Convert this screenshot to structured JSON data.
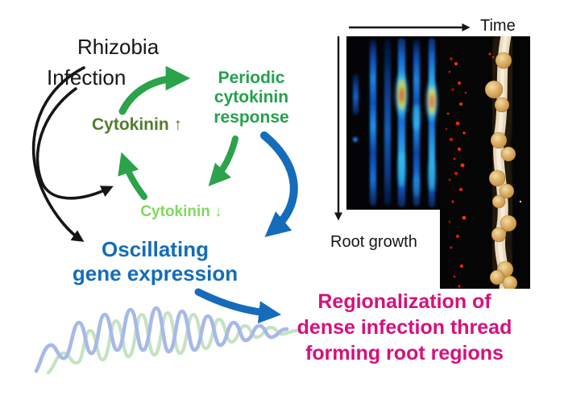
{
  "diagram": {
    "rhizobia_label": "Rhizobia",
    "infection_label": "Infection",
    "cytokinin_up_label": "Cytokinin ↑",
    "periodic_response_label": "Periodic\ncytokinin\nresponse",
    "cytokinin_down_label": "Cytokinin ↓",
    "oscillating_label": "Oscillating\ngene expression",
    "regionalization_label": "Regionalization of\ndense infection thread\nforming root regions"
  },
  "panel": {
    "time_axis_label": "Time",
    "root_growth_axis_label": "Root growth"
  },
  "icons": {
    "cycle_arrows": "curved-arrow-icons",
    "kymograph": "blue-fluorescence-kymograph-image",
    "infection_sites": "red-infection-foci-image",
    "root": "nodulated-root-photo"
  },
  "colors": {
    "text_black": "#161616",
    "cycle_green": "#2aa34a",
    "cytokinin_up_green": "#527d2e",
    "cytokinin_down_green": "#82d95e",
    "blue": "#146cba",
    "magenta": "#d6107c",
    "wave_blue": "#a7b9e8",
    "wave_green": "#c6e2c2"
  }
}
